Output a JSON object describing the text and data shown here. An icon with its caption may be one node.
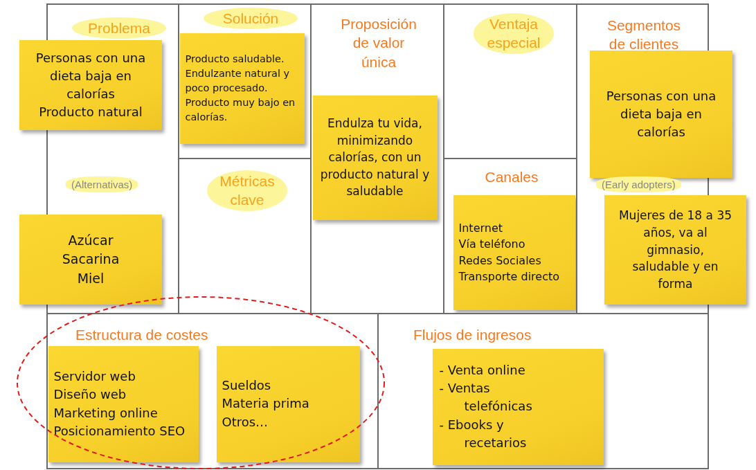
{
  "diagram": {
    "nodes": [
      {
        "text": [
          "Problema"
        ]
      },
      {
        "text": [
          "Solución"
        ]
      },
      {
        "text": [
          "Métricas clave"
        ]
      },
      {
        "text": [
          "Proposición de valor única"
        ]
      },
      {
        "text": [
          "Ventaja especial"
        ]
      },
      {
        "text": [
          "Canales"
        ]
      },
      {
        "text": [
          "Segmentos de clientes"
        ]
      },
      {
        "text": [
          "Estructura de costes"
        ]
      },
      {
        "text": [
          "Flujos de ingresos"
        ]
      },
      {
        "text": [
          "Personas con una dieta baja en calorías",
          "Producto natural"
        ]
      },
      {
        "text": [
          "Producto saludable.",
          "Endulzante natural y poco procesado.",
          "Producto muy bajo en calorías."
        ],
        "in": 1
      },
      {
        "text": [
          "Azúcar",
          "Sacarina",
          "Miel"
        ]
      },
      {
        "text": [
          "Endulza tu vida, minimizando calorías, con un producto natural y saludable"
        ],
        "in": 3
      },
      {
        "text": [
          "Internet",
          "Vía teléfono",
          "Redes Sociales",
          "Transporte directo"
        ],
        "in": 5
      },
      {
        "text": [
          "Personas con una dieta baja en calorías"
        ]
      },
      {
        "text": [
          "Mujeres de 18 a 35 años, va al gimnasio, saludable y en forma"
        ]
      },
      {
        "text": [
          "Servidor web",
          "Diseño web",
          "Marketing online",
          "Posicionamiento SEO"
        ],
        "in": 7
      },
      {
        "text": [
          "Sueldos",
          "Materia prima",
          "Otros…"
        ],
        "in": 7
      },
      {
        "text": [
          "- Venta online",
          "- Ventas telefónicas",
          "- Ebooks y recetarios"
        ],
        "in": 8
      }
    ],
    "labels": [
      "(Alternativas)",
      "(Early adopters)"
    ]
  }
}
